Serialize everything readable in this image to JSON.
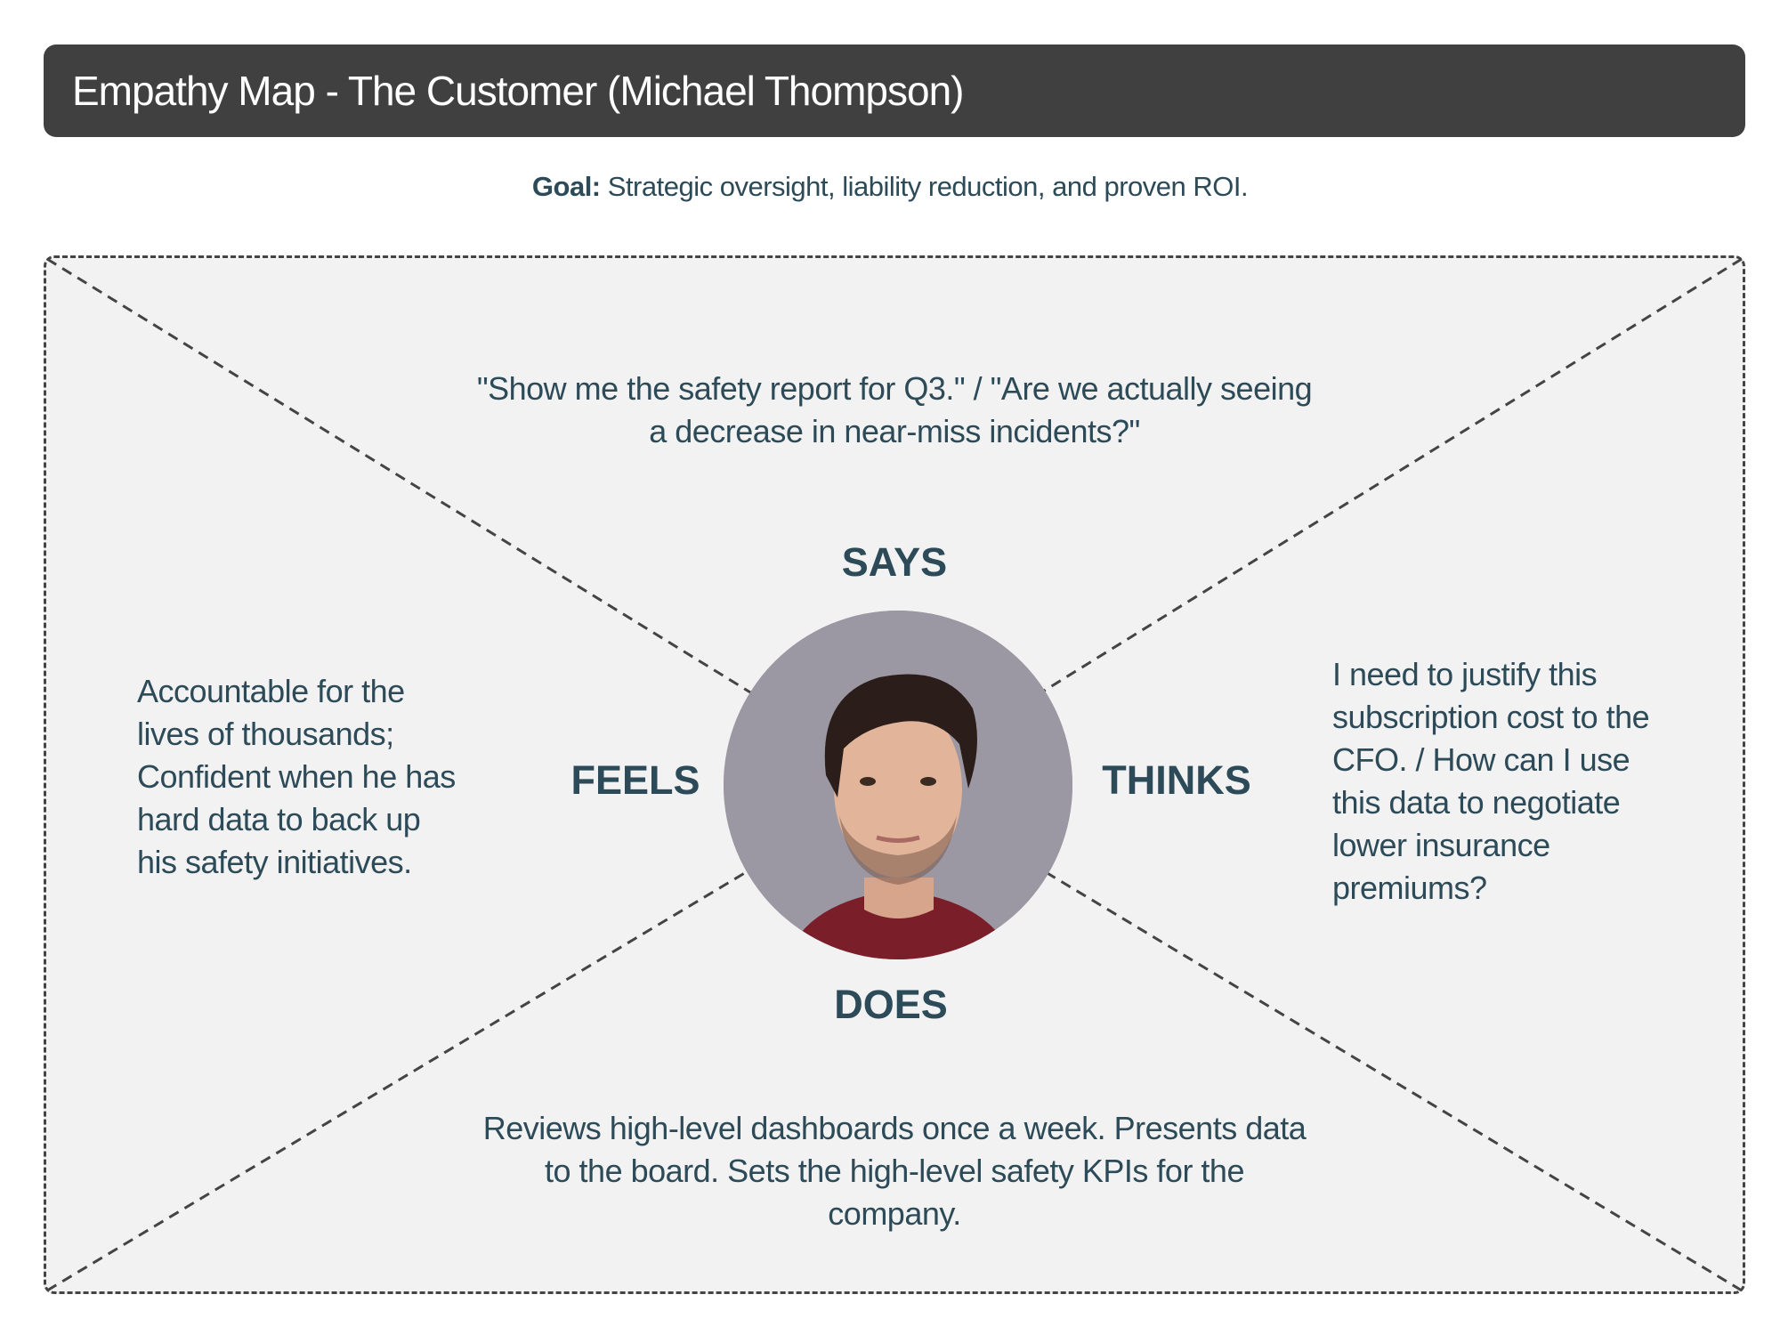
{
  "header": {
    "title": "Empathy Map - The Customer (Michael Thompson)"
  },
  "goal": {
    "label": "Goal:",
    "text": "Strategic oversight, liability reduction, and proven ROI."
  },
  "quadrants": {
    "says": {
      "label": "SAYS",
      "lines": [
        "\"Show me the safety report for Q3.\" / \"Are we actually seeing",
        "a decrease in near-miss incidents?\""
      ]
    },
    "feels": {
      "label": "FEELS",
      "lines": [
        "Accountable for the",
        "lives of thousands;",
        "Confident when he has",
        "hard data to back up",
        "his safety initiatives."
      ]
    },
    "thinks": {
      "label": "THINKS",
      "lines": [
        "I need to justify this",
        "subscription cost to the",
        "CFO. / How can I use",
        "this data to negotiate",
        "lower insurance",
        "premiums?"
      ]
    },
    "does": {
      "label": "DOES",
      "lines": [
        "Reviews high-level dashboards once a week. Presents data",
        "to the board. Sets the high-level safety KPIs for the",
        "company."
      ]
    }
  },
  "colors": {
    "header_bg": "#404040",
    "text": "#2c4a57",
    "map_bg": "#f2f2f2",
    "line": "#444444"
  }
}
